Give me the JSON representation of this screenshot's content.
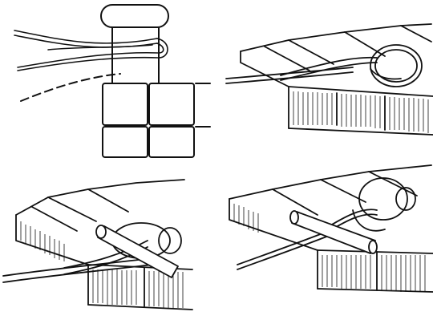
{
  "figure": {
    "panels": [
      {
        "id": "top-left",
        "subject": "rope-over-bollard"
      },
      {
        "id": "top-right",
        "subject": "eye-splice-ring-on-edge"
      },
      {
        "id": "bottom-left",
        "subject": "toggle-through-eye"
      },
      {
        "id": "bottom-right",
        "subject": "toggle-hitch-with-ring"
      }
    ],
    "colors": {
      "ink": "#111111",
      "paper": "#ffffff"
    }
  }
}
